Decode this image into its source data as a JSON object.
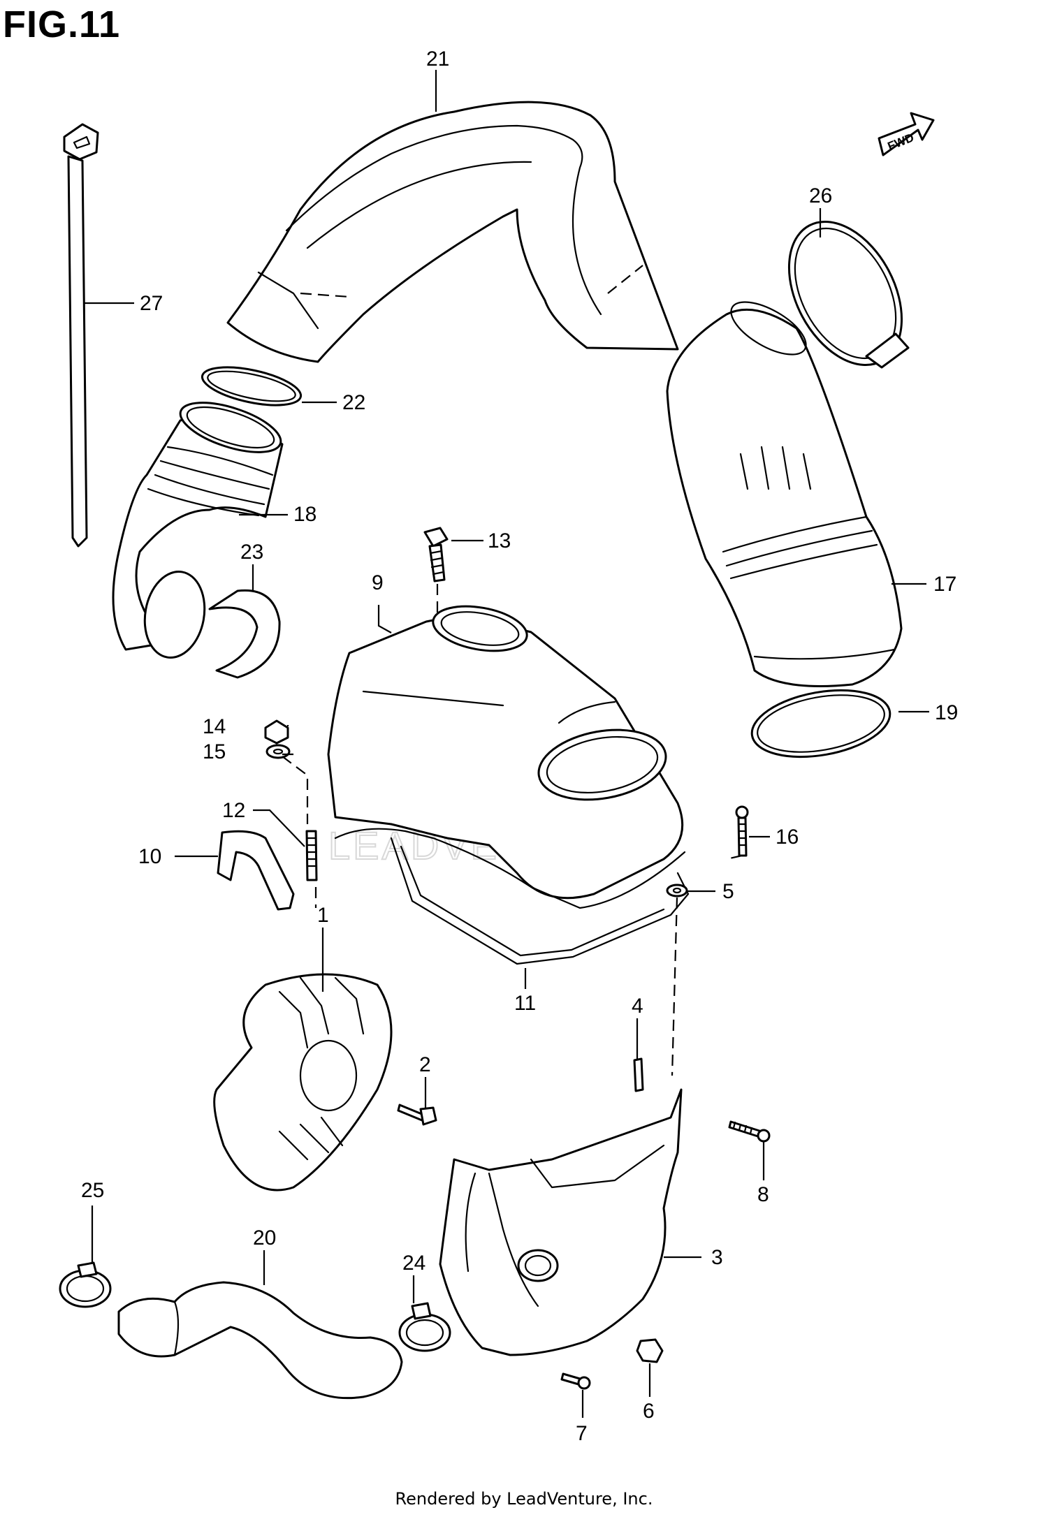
{
  "figure": {
    "title": "FIG.11",
    "footer": "Rendered by LeadVenture, Inc.",
    "watermark": "LEADVENTURE",
    "direction_marker": "FWD"
  },
  "callouts": [
    {
      "id": "c21",
      "label": "21"
    },
    {
      "id": "c26",
      "label": "26"
    },
    {
      "id": "c27",
      "label": "27"
    },
    {
      "id": "c22",
      "label": "22"
    },
    {
      "id": "c18",
      "label": "18"
    },
    {
      "id": "c13",
      "label": "13"
    },
    {
      "id": "c23",
      "label": "23"
    },
    {
      "id": "c9",
      "label": "9"
    },
    {
      "id": "c17",
      "label": "17"
    },
    {
      "id": "c19",
      "label": "19"
    },
    {
      "id": "c14",
      "label": "14"
    },
    {
      "id": "c15",
      "label": "15"
    },
    {
      "id": "c12",
      "label": "12"
    },
    {
      "id": "c16",
      "label": "16"
    },
    {
      "id": "c10",
      "label": "10"
    },
    {
      "id": "c5",
      "label": "5"
    },
    {
      "id": "c1",
      "label": "1"
    },
    {
      "id": "c11",
      "label": "11"
    },
    {
      "id": "c4",
      "label": "4"
    },
    {
      "id": "c2",
      "label": "2"
    },
    {
      "id": "c8",
      "label": "8"
    },
    {
      "id": "c25",
      "label": "25"
    },
    {
      "id": "c20",
      "label": "20"
    },
    {
      "id": "c24",
      "label": "24"
    },
    {
      "id": "c3",
      "label": "3"
    },
    {
      "id": "c7",
      "label": "7"
    },
    {
      "id": "c6",
      "label": "6"
    }
  ]
}
